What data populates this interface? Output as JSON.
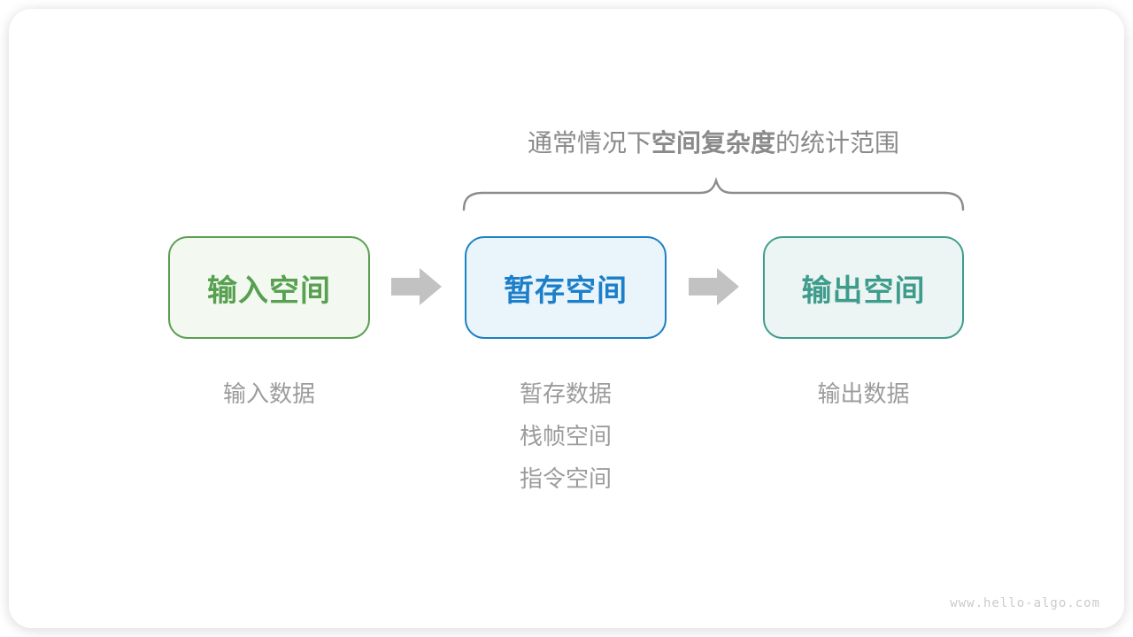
{
  "page": {
    "watermark": "www.hello-algo.com"
  },
  "annotation": {
    "prefix": "通常情况下",
    "highlight": "空间复杂度",
    "suffix": "的统计范围",
    "text_color": "#8A8A8A",
    "brace_color": "#8C8C8C"
  },
  "diagram": {
    "arrow_color": "#C2C2C2",
    "note_color": "#9C9C9C",
    "boxes": [
      {
        "label": "输入空间",
        "notes": [
          "输入数据"
        ],
        "colors": {
          "border": "#5B9E51",
          "background": "#F3F9F0",
          "text": "#56A050"
        },
        "style": "--bd:#5B9E51;--bg:#F3F9F0;--fg:#56A050"
      },
      {
        "label": "暂存空间",
        "notes": [
          "暂存数据",
          "栈帧空间",
          "指令空间"
        ],
        "colors": {
          "border": "#1B80C4",
          "background": "#EAF4FB",
          "text": "#1B7FC9"
        },
        "style": "--bd:#1B80C4;--bg:#EAF4FB;--fg:#1B7FC9"
      },
      {
        "label": "输出空间",
        "notes": [
          "输出数据"
        ],
        "colors": {
          "border": "#3F9D8D",
          "background": "#ECF5F3",
          "text": "#3F9C8D"
        },
        "style": "--bd:#3F9D8D;--bg:#ECF5F3;--fg:#3F9C8D"
      }
    ]
  }
}
